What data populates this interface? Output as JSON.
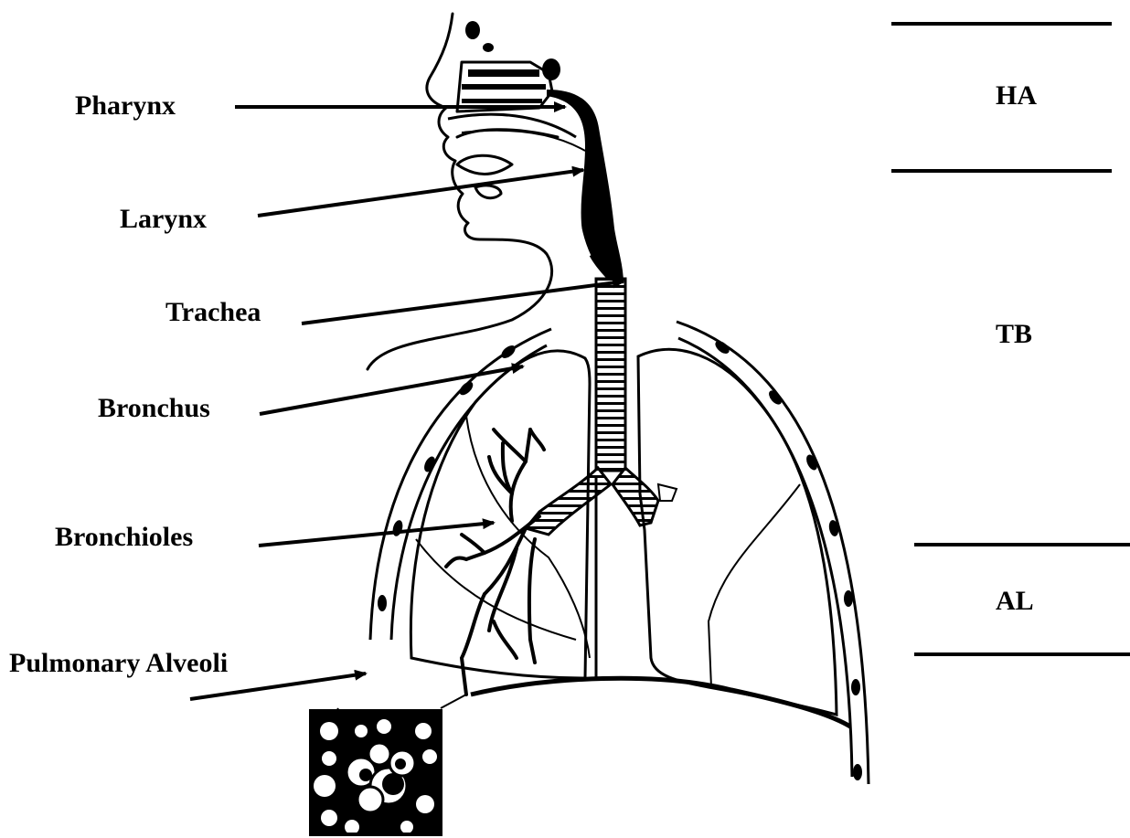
{
  "labels": {
    "pharynx": "Pharynx",
    "larynx": "Larynx",
    "trachea": "Trachea",
    "bronchus": "Bronchus",
    "bronchioles": "Bronchioles",
    "pulmonary_alveoli": "Pulmonary Alveoli"
  },
  "zones": {
    "ha": "HA",
    "tb": "TB",
    "al": "AL"
  },
  "colors": {
    "ink": "#000000",
    "background": "#ffffff"
  }
}
